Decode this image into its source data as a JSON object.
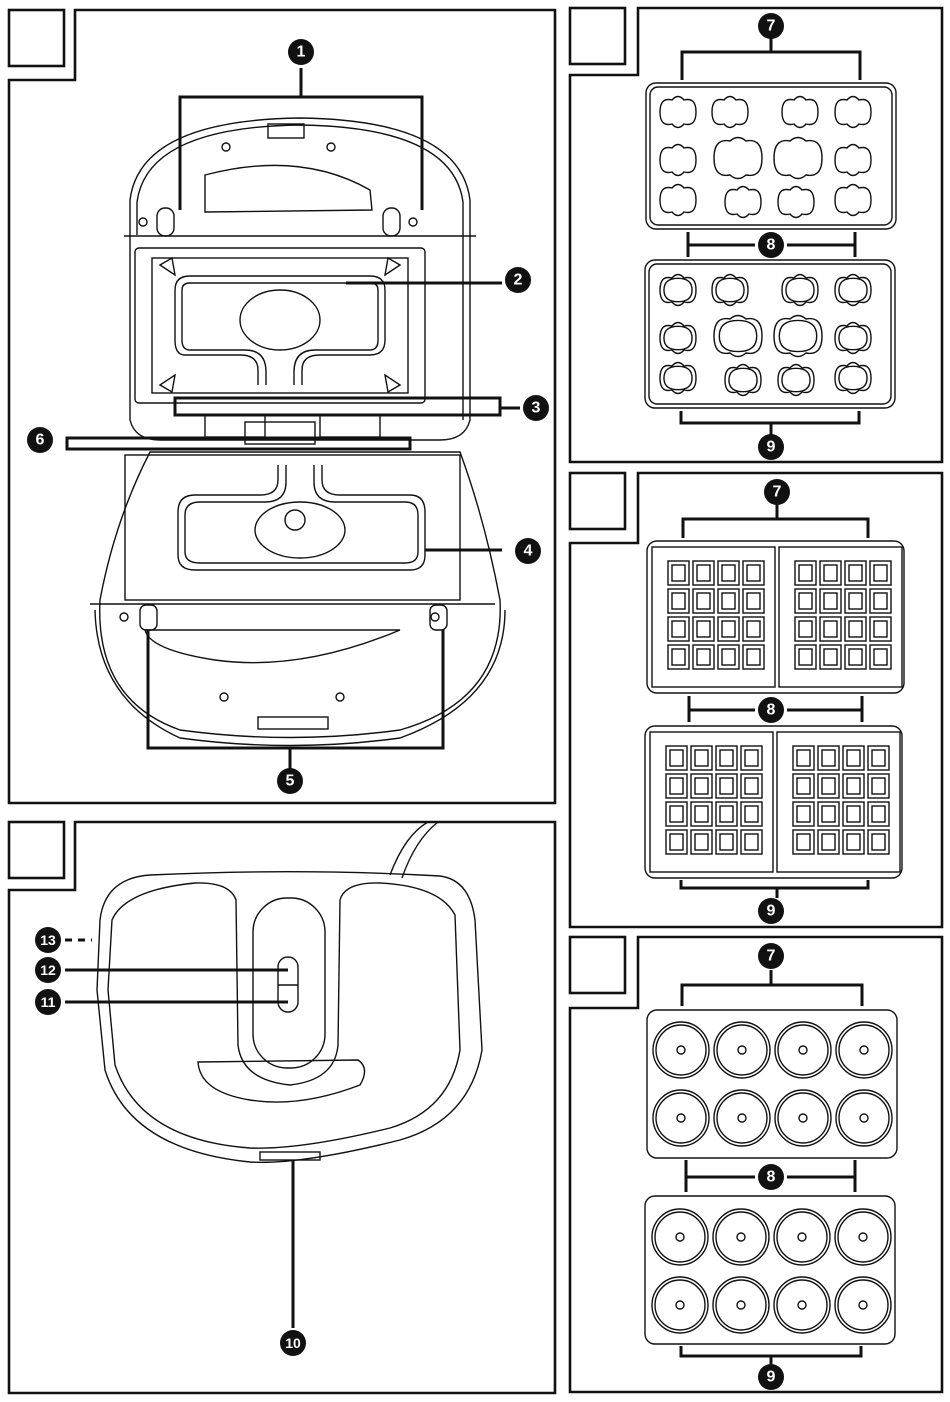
{
  "title": "Appliance parts diagram",
  "panels": [
    {
      "id": "A",
      "description": "Open appliance with upper and lower heating plates",
      "figure_label": ""
    },
    {
      "id": "B",
      "description": "Cookie-shape plates",
      "figure_label": ""
    },
    {
      "id": "C",
      "description": "Waffle plates",
      "figure_label": ""
    },
    {
      "id": "D",
      "description": "Closed appliance top view",
      "figure_label": ""
    },
    {
      "id": "E",
      "description": "Donut plates",
      "figure_label": ""
    }
  ],
  "callouts": {
    "c1": "1",
    "c2": "2",
    "c3": "3",
    "c4": "4",
    "c5": "5",
    "c6": "6",
    "c7": "7",
    "c8": "8",
    "c9": "9",
    "c10": "10",
    "c11": "11",
    "c12": "12",
    "c13": "13"
  },
  "colors": {
    "ink": "#111111",
    "background": "#ffffff"
  }
}
